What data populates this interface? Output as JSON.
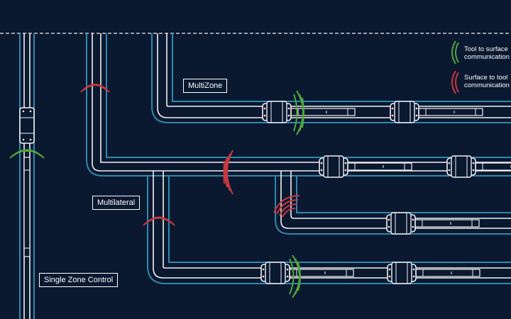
{
  "labels": {
    "multizone": "MultiZone",
    "multilateral": "Multilateral",
    "single_zone": "Single Zone Control"
  },
  "legend": [
    {
      "text": "Tool to surface communication",
      "color": "#4fa83d"
    },
    {
      "text": "Surface to tool communication",
      "color": "#c8383f"
    }
  ],
  "colors": {
    "background": "#0a1830",
    "casing": "#2f89ad",
    "tubing": "#f2f2f2",
    "signal_up": "#4fa83d",
    "signal_down": "#c8383f"
  }
}
